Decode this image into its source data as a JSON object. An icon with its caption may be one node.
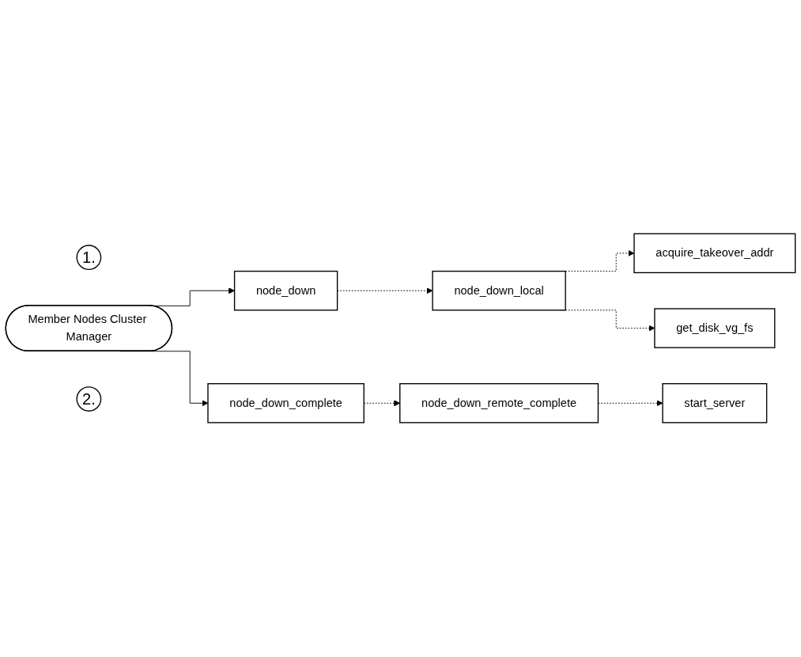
{
  "diagram": {
    "nodes": [
      {
        "text": [
          "1."
        ]
      },
      {
        "text": [
          "node_down"
        ]
      },
      {
        "text": [
          "node_down_local"
        ]
      },
      {
        "text": [
          "acquire_takeover_addr"
        ]
      },
      {
        "text": [
          "get_disk_vg_fs"
        ]
      },
      {
        "text": [
          "Member Nodes Cluster Manager"
        ]
      },
      {
        "text": [
          "2."
        ]
      },
      {
        "text": [
          "node_down_complete"
        ]
      },
      {
        "text": [
          "node_down_remote_complete"
        ]
      },
      {
        "text": [
          "start_server"
        ]
      }
    ],
    "edges": [
      {
        "from": 5,
        "to": 1,
        "arrow": "to"
      },
      {
        "from": 1,
        "to": 2,
        "arrow": "to",
        "style": "dashed"
      },
      {
        "from": 2,
        "to": 3,
        "arrow": "to",
        "style": "dashed"
      },
      {
        "from": 2,
        "to": 4,
        "arrow": "to",
        "style": "dashed"
      },
      {
        "from": 5,
        "to": 7,
        "arrow": "to"
      },
      {
        "from": 7,
        "to": 8,
        "arrow": "to",
        "style": "dashed"
      },
      {
        "from": 8,
        "to": 9,
        "arrow": "to",
        "style": "dashed"
      }
    ]
  }
}
